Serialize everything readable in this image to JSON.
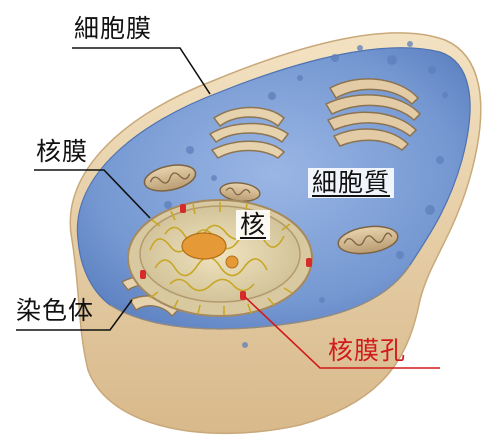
{
  "labels": {
    "cell_membrane": "細胞膜",
    "nuclear_envelope": "核膜",
    "chromosome": "染色体",
    "cytoplasm": "細胞質",
    "nucleus": "核",
    "nuclear_pore": "核膜孔"
  },
  "colors": {
    "cell_membrane": "#e9d3ab",
    "cytoplasm": "#6f93cf",
    "nucleus_interior": "#ded2ae",
    "chromatin": "#c9a726",
    "nucleolus": "#e59a37",
    "nuclear_pore": "#d62b2b",
    "leader_line": "#111111",
    "pore_label": "#d21a1a"
  }
}
